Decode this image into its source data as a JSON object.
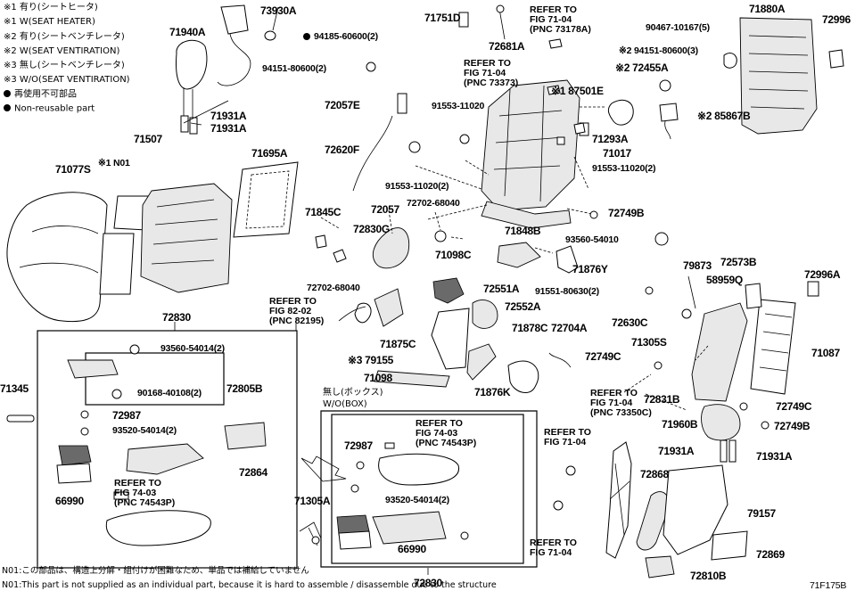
{
  "legend": {
    "items": [
      "※1 有り(シートヒータ)",
      "※1 W(SEAT HEATER)",
      "※2 有り(シートベンチレータ)",
      "※2 W(SEAT VENTIRATION)",
      "※3 無し(シートベンチレータ)",
      "※3 W/O(SEAT VENTIRATION)"
    ],
    "nonreusable_ja": "再使用不可部品",
    "nonreusable_en": "Non-reusable part"
  },
  "parts": {
    "p73930A": "73930A",
    "p94185": "94185-60600(2)",
    "p71940A": "71940A",
    "p94151a": "94151-80600(2)",
    "p72057E": "72057E",
    "p71931A_1": "71931A",
    "p71931A_2": "71931A",
    "p71507": "71507",
    "p71077S": "71077S",
    "pN01": "※1 N01",
    "p71695A": "71695A",
    "p72620F": "72620F",
    "p71845C": "71845C",
    "p72057": "72057",
    "p72830G": "72830G",
    "p72702a": "72702-68040",
    "p72702b": "72702-68040",
    "p71751D": "71751D",
    "p72681A": "72681A",
    "p91553a": "91553-11020",
    "p91553b": "91553-11020(2)",
    "p91553c": "91553-11020(2)",
    "p87501E": "※1 87501E",
    "p71293A": "71293A",
    "p71017": "71017",
    "p72749B_1": "72749B",
    "p71848B": "71848B",
    "p72455A": "※2 72455A",
    "p94151b": "※2 94151-80600(3)",
    "p90467": "90467-10167(5)",
    "p71880A": "71880A",
    "p72996": "72996",
    "p85867B": "※2 85867B",
    "p93560a": "93560-54010",
    "p71098C": "71098C",
    "p71876Y": "71876Y",
    "p79873": "79873",
    "p72573B": "72573B",
    "p58959Q": "58959Q",
    "p72996A": "72996A",
    "p72551A": "72551A",
    "p72552A": "72552A",
    "p91551": "91551-80630(2)",
    "p72630C": "72630C",
    "p71875C": "71875C",
    "p71878C": "71878C",
    "p72704A": "72704A",
    "p79155": "※3 79155",
    "p71098": "71098",
    "p71876K": "71876K",
    "p72749C_1": "72749C",
    "p71305S": "71305S",
    "p71087": "71087",
    "p72831B": "72831B",
    "p72749C_2": "72749C",
    "p71960B": "71960B",
    "p72749B_2": "72749B",
    "p72830_top": "72830",
    "p93560b": "93560-54014(2)",
    "p72805B": "72805B",
    "p90168": "90168-40108(2)",
    "p72987_1": "72987",
    "p93520a": "93520-54014(2)",
    "p72864": "72864",
    "p66990_1": "66990",
    "p71345": "71345",
    "p71305A": "71305A",
    "p72987_2": "72987",
    "p93520b": "93520-54014(2)",
    "p66990_2": "66990",
    "p72830_bottom": "72830",
    "p71931A_3": "71931A",
    "p71931A_4": "71931A",
    "p72868": "72868",
    "p79157": "79157",
    "p72869": "72869",
    "p72810B": "72810B"
  },
  "refs": {
    "r1": "REFER TO\nFIG 71-04\n(PNC 73178A)",
    "r2": "REFER TO\nFIG 71-04\n(PNC 73373)",
    "r3": "REFER TO\nFIG 82-02\n(PNC 82195)",
    "r4": "REFER TO\nFIG 74-03\n(PNC 74543P)",
    "r5": "REFER TO\nFIG 74-03\n(PNC 74543P)",
    "r6": "REFER TO\nFIG 71-04\n(PNC 73350C)",
    "r7": "REFER TO\nFIG 71-04",
    "r8": "REFER TO\nFIG 71-04"
  },
  "box_label_ja": "無し(ボックス)",
  "box_label_en": "W/O(BOX)",
  "footnotes": {
    "ja": "N01:この部品は、構造上分解・組付けが困難なため、単品では補給していません",
    "en": "N01:This part is not supplied as an individual part, because it is hard to assemble / disassemble due to the structure"
  },
  "figure_code": "71F175B"
}
